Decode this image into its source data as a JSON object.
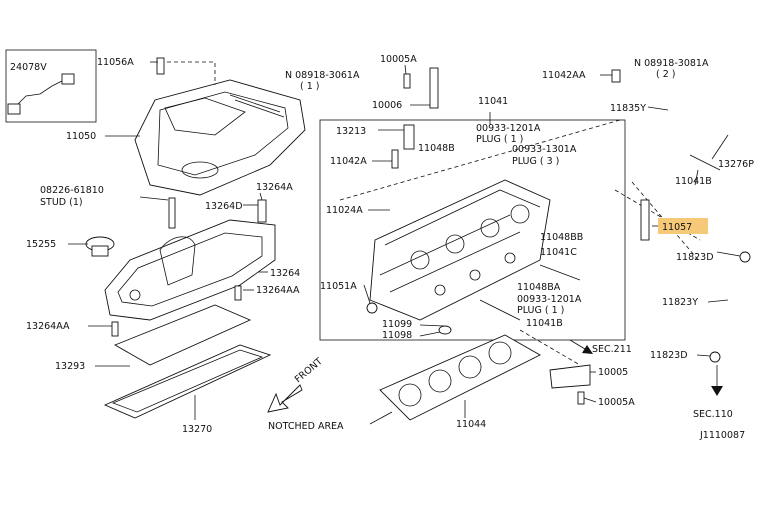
{
  "labels": {
    "l24078v": "24078V",
    "l11056a": "11056A",
    "l11050": "11050",
    "l08226": "08226-61810",
    "lstud": "STUD (1)",
    "l15255": "15255",
    "l13264d": "13264D",
    "l13264a": "13264A",
    "l13264": "13264",
    "l13264aa_r": "13264AA",
    "l13264aa_l": "13264AA",
    "l13293": "13293",
    "l13270": "13270",
    "l10005a_top": "10005A",
    "l08918_3061": "N 08918-3061A",
    "l08918_3061q": "( 1 )",
    "l10006": "10006",
    "l11041": "11041",
    "l00933_1201_top": "00933-1201A",
    "lplug1_top": "PLUG ( 1 )",
    "l13213": "13213",
    "l11042a": "11042A",
    "l11048b": "11048B",
    "l00933_1301": "00933-1301A",
    "lplug3": "PLUG ( 3 )",
    "l11024a": "11024A",
    "l11048bb": "11048BB",
    "l11041c": "11041C",
    "l11051a": "11051A",
    "l11048ba": "11048BA",
    "l00933_1201_bot": "00933-1201A",
    "lplug1_bot": "PLUG ( 1 )",
    "l11099": "11099",
    "l11098": "11098",
    "l11041b_bot": "11041B",
    "l11042aa": "11042AA",
    "l08918_3081": "N 08918-3081A",
    "l08918_3081q": "( 2 )",
    "l11835y": "11835Y",
    "l13276p": "13276P",
    "l11041b_r": "11041B",
    "l11057": "11057",
    "l11823d_top": "11823D",
    "l11823y": "11823Y",
    "l11823d_bot": "11823D",
    "lsec110": "SEC.110",
    "lsec211": "SEC.211",
    "l10005": "10005",
    "l10005a_bot": "10005A",
    "l11044": "11044",
    "lnotched": "NOTCHED AREA",
    "lfront": "FRONT",
    "lref": "J1110087"
  },
  "colors": {
    "highlight": "#f5c978",
    "line": "#111111"
  }
}
